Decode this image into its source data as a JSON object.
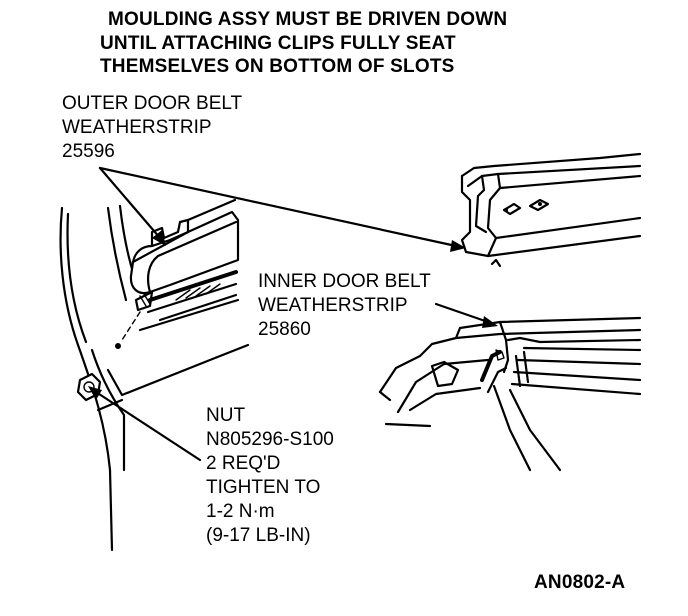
{
  "instruction": {
    "lines": [
      "MOULDING ASSY MUST BE DRIVEN DOWN",
      "UNTIL ATTACHING CLIPS FULLY SEAT",
      "THEMSELVES ON BOTTOM OF SLOTS"
    ]
  },
  "outer_label": {
    "lines": [
      "OUTER DOOR BELT",
      "WEATHERSTRIP",
      "25596"
    ]
  },
  "inner_label": {
    "lines": [
      "INNER DOOR BELT",
      "WEATHERSTRIP",
      "25860"
    ]
  },
  "nut_label": {
    "lines": [
      "NUT",
      "N805296-S100",
      "2 REQ'D",
      "TIGHTEN TO",
      "1-2 N·m",
      "(9-17 LB-IN)"
    ]
  },
  "figure_id": "AN0802-A"
}
